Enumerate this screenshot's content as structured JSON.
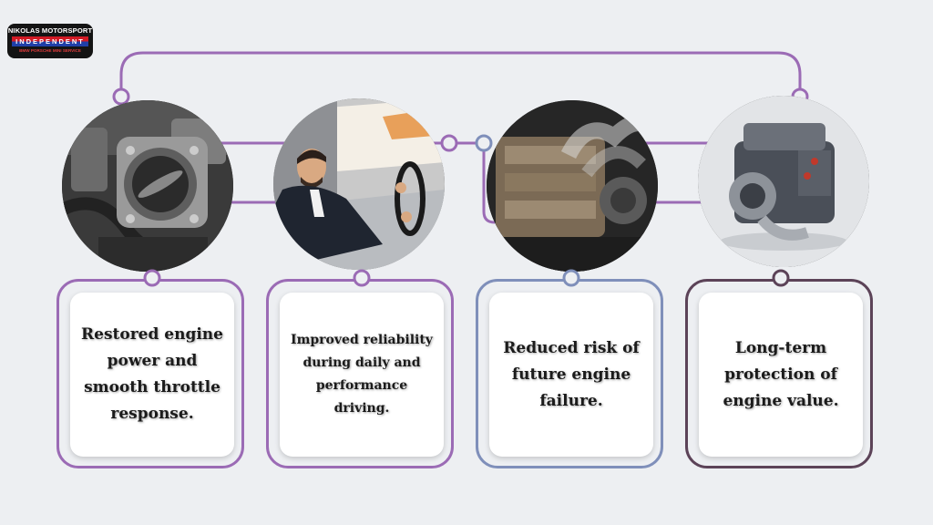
{
  "logo": {
    "line1": "NIKOLAS MOTORSPORT",
    "line2": "INDEPENDENT",
    "line3": "BMW PORSCHE MINI SERVICE"
  },
  "colors": {
    "background": "#edeff2",
    "purple": "#9b6bb5",
    "blue": "#7f8fba",
    "plum": "#5c4358",
    "card": "#ffffff"
  },
  "benefits": [
    {
      "image": "throttle-body-photo",
      "text": "Restored engine power and smooth throttle response."
    },
    {
      "image": "driver-photo",
      "text": "Improved reliability during daily and performance driving."
    },
    {
      "image": "smoking-engine-photo",
      "text": "Reduced risk of future engine failure."
    },
    {
      "image": "engine-block-photo",
      "text": "Long-term protection of engine value."
    }
  ]
}
